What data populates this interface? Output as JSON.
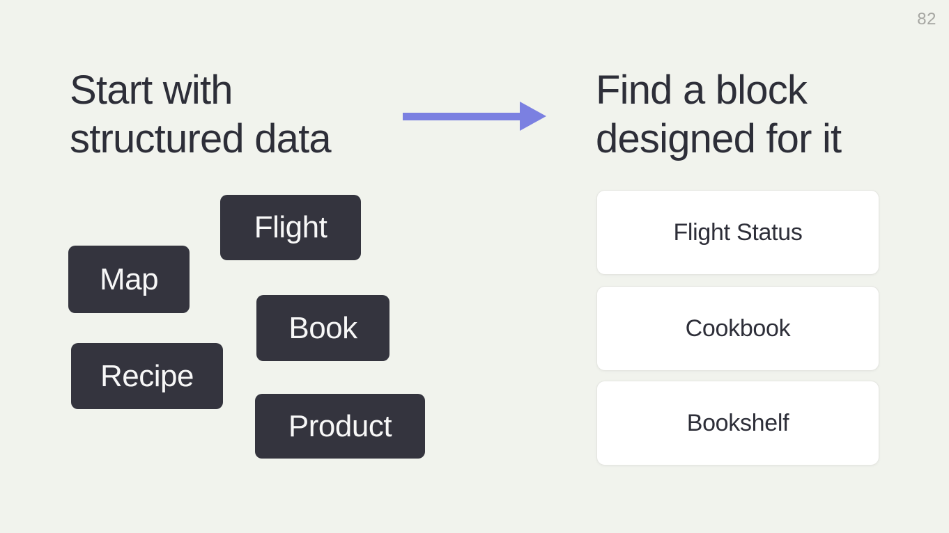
{
  "page_number": "82",
  "headings": {
    "left": {
      "line1": "Start with",
      "line2": "structured data"
    },
    "right": {
      "line1": "Find a block",
      "line2": "designed for it"
    }
  },
  "tags": [
    "Flight",
    "Map",
    "Book",
    "Recipe",
    "Product"
  ],
  "cards": [
    "Flight Status",
    "Cookbook",
    "Bookshelf"
  ],
  "colors": {
    "background": "#f1f3ed",
    "heading_text": "#2d2e38",
    "tag_background": "#34343e",
    "tag_text": "#f7f7f7",
    "card_background": "#ffffff",
    "card_border": "#e5e6e1",
    "card_text": "#2d2e38",
    "arrow": "#7b80e1",
    "page_number": "#a6a6a2"
  }
}
